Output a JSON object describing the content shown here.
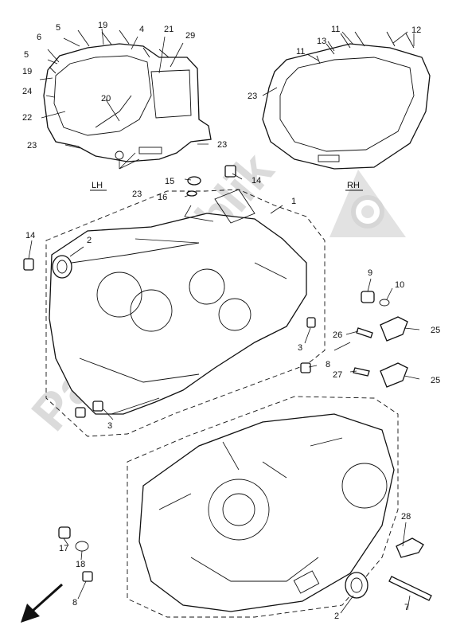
{
  "side_labels": {
    "lh": "LH",
    "rh": "RH"
  },
  "watermark": "PartsRepublik",
  "footer_text": "",
  "callouts": [
    {
      "id": "c-19-top",
      "text": "19"
    },
    {
      "id": "c-5-a",
      "text": "5"
    },
    {
      "id": "c-6",
      "text": "6"
    },
    {
      "id": "c-5-b",
      "text": "5"
    },
    {
      "id": "c-4",
      "text": "4"
    },
    {
      "id": "c-21",
      "text": "21"
    },
    {
      "id": "c-29",
      "text": "29"
    },
    {
      "id": "c-19-b",
      "text": "19"
    },
    {
      "id": "c-24",
      "text": "24"
    },
    {
      "id": "c-20",
      "text": "20"
    },
    {
      "id": "c-22",
      "text": "22"
    },
    {
      "id": "c-23-l1",
      "text": "23"
    },
    {
      "id": "c-23-l2",
      "text": "23"
    },
    {
      "id": "c-23-l3",
      "text": "23"
    },
    {
      "id": "c-11-a",
      "text": "11"
    },
    {
      "id": "c-12",
      "text": "12"
    },
    {
      "id": "c-13",
      "text": "13"
    },
    {
      "id": "c-11-b",
      "text": "11"
    },
    {
      "id": "c-23-r",
      "text": "23"
    },
    {
      "id": "c-15",
      "text": "15"
    },
    {
      "id": "c-14-a",
      "text": "14"
    },
    {
      "id": "c-16",
      "text": "16"
    },
    {
      "id": "c-1",
      "text": "1"
    },
    {
      "id": "c-14-b",
      "text": "14"
    },
    {
      "id": "c-2-a",
      "text": "2"
    },
    {
      "id": "c-9",
      "text": "9"
    },
    {
      "id": "c-10",
      "text": "10"
    },
    {
      "id": "c-26",
      "text": "26"
    },
    {
      "id": "c-25-a",
      "text": "25"
    },
    {
      "id": "c-3-a",
      "text": "3"
    },
    {
      "id": "c-8-a",
      "text": "8"
    },
    {
      "id": "c-27",
      "text": "27"
    },
    {
      "id": "c-25-b",
      "text": "25"
    },
    {
      "id": "c-3-b",
      "text": "3"
    },
    {
      "id": "c-28",
      "text": "28"
    },
    {
      "id": "c-17",
      "text": "17"
    },
    {
      "id": "c-18",
      "text": "18"
    },
    {
      "id": "c-8-b",
      "text": "8"
    },
    {
      "id": "c-2-b",
      "text": "2"
    },
    {
      "id": "c-7",
      "text": "7"
    }
  ]
}
